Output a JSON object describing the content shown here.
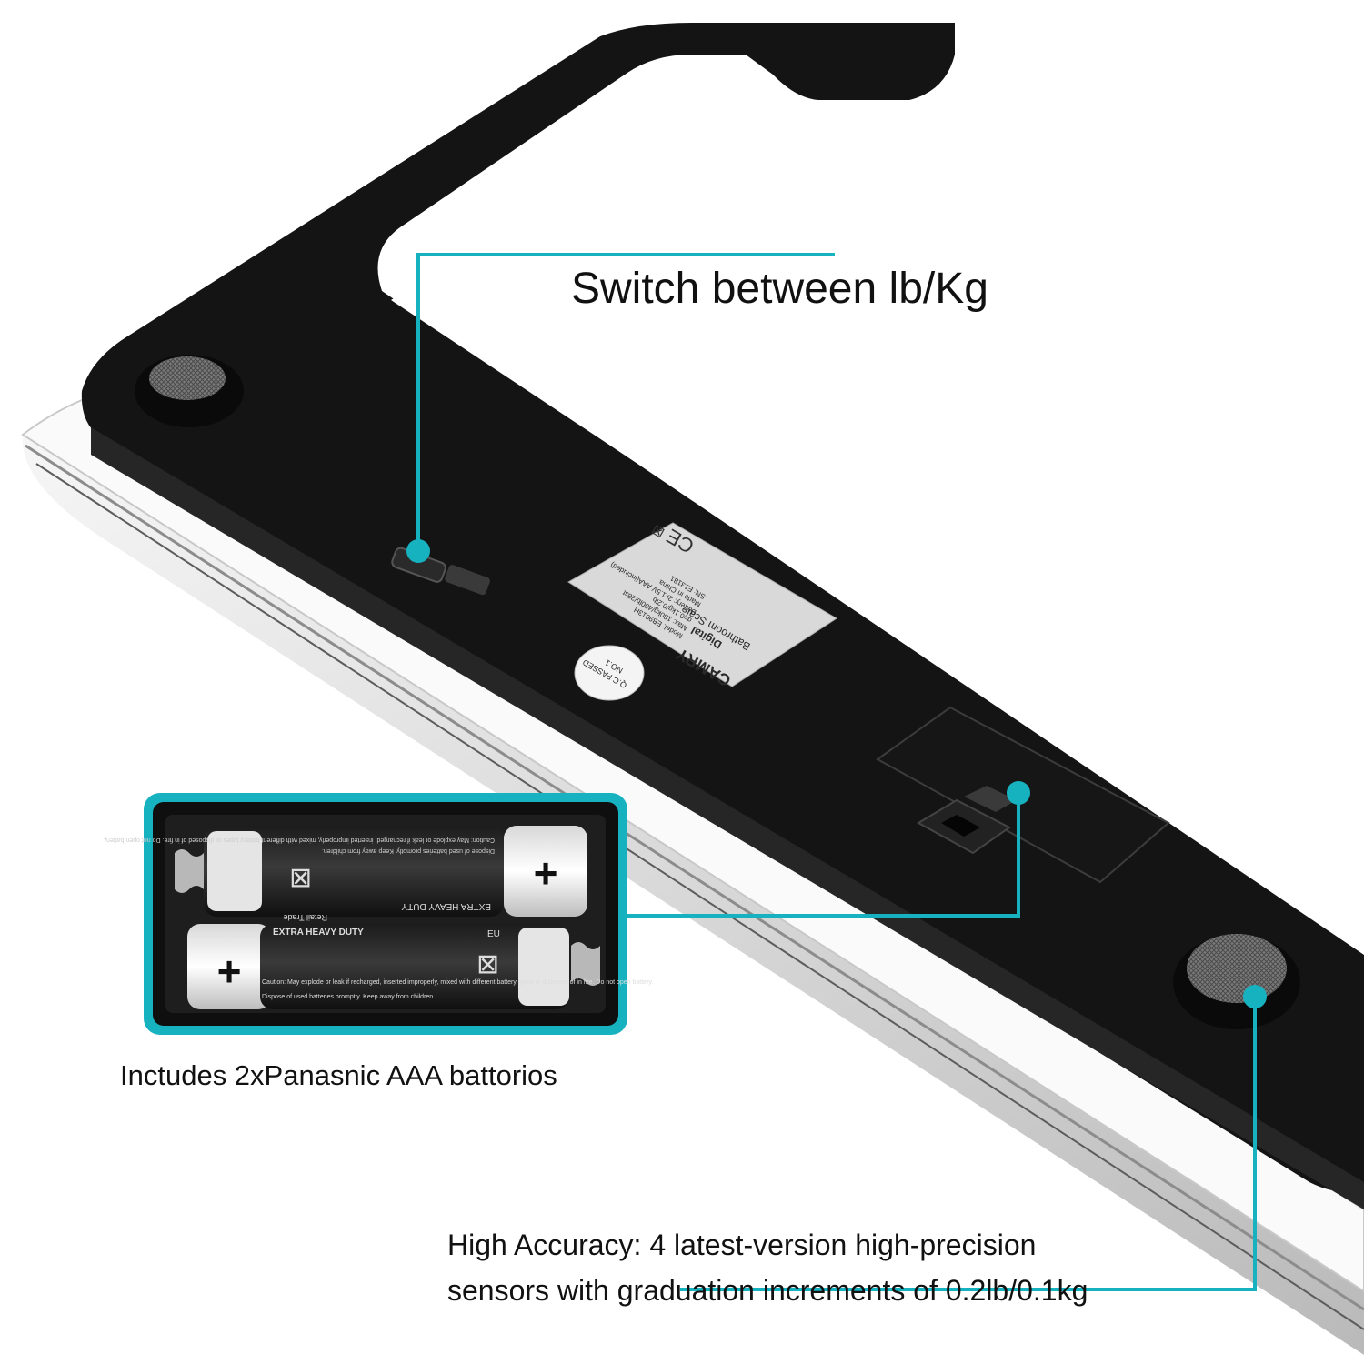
{
  "accent_color": "#16b2c0",
  "callouts": {
    "switch_label": "Switch between lb/Kg",
    "battery_label": "Inctudes 2xPanasnic AAA battorios",
    "accuracy_line1": "High Accuracy: 4 latest-version high-precision",
    "accuracy_line2": "sensors with graduation increments of 0.2lb/0.1kg"
  },
  "rating_label": {
    "brand": "CAMRY",
    "line_digital": "Digital",
    "line_scale": "Bathroom Scale",
    "model": "Model: EB9013H",
    "max": "Max: 180kg/400lb/28st",
    "graduation": "d=0.1kg/0.2lb",
    "battery": "Battery: 2x1.5V AAA(included)",
    "origin": "Made in China",
    "serial": "SN: E13181"
  },
  "qc_sticker": {
    "line1": "Q.C PASSED",
    "line2": "NO.1"
  },
  "battery_print": {
    "brand": "EXTRA HEAVY DUTY",
    "trade": "Retail Trade",
    "region": "EU",
    "caution": "Caution: May explode or leak if recharged, inserted improperly, mixed with different battery types or disposed of in fire. Do not open battery.",
    "dispose": "Dispose of used batteries promptly. Keep away from children."
  }
}
